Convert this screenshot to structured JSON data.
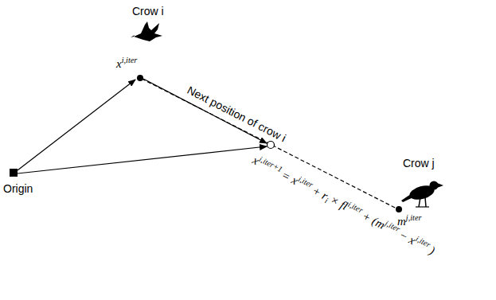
{
  "diagram": {
    "labels": [
      "Crow i",
      "x",
      "i,iter",
      "Next position of crow i",
      "Crow j",
      "m",
      "j,iter",
      "Origin",
      "x",
      "i,iter+1",
      "= x",
      "i,iter",
      "+ r",
      "i",
      "× fl",
      "i,iter",
      "+ (m",
      "j,iter",
      "− x",
      "i,iter",
      ")"
    ]
  }
}
